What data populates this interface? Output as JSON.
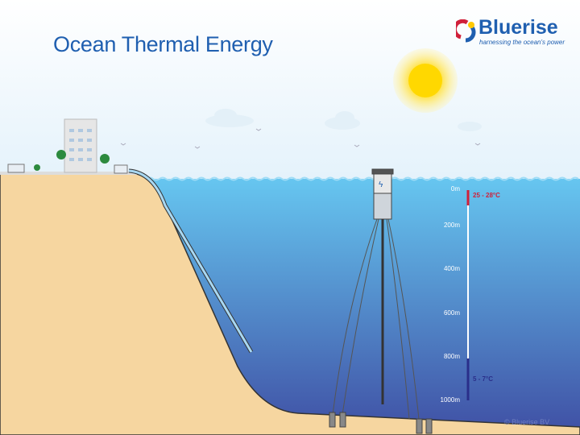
{
  "title": "Ocean Thermal Energy",
  "logo": {
    "name": "Bluerise",
    "tagline": "harnessing the ocean's power"
  },
  "depth_scale": {
    "labels": [
      "0m",
      "200m",
      "400m",
      "600m",
      "800m",
      "1000m"
    ],
    "warm": {
      "label": "25 - 28°C",
      "color": "#d0203a"
    },
    "cold": {
      "label": "5 - 7°C",
      "color": "#2a2f8a"
    }
  },
  "copyright": "© Bluerise BV",
  "colors": {
    "sand": "#f6d6a0",
    "water_top": "#66c6f0",
    "water_bottom": "#3f53a6",
    "sun": "#ffd800",
    "title": "#1f5fb0"
  }
}
